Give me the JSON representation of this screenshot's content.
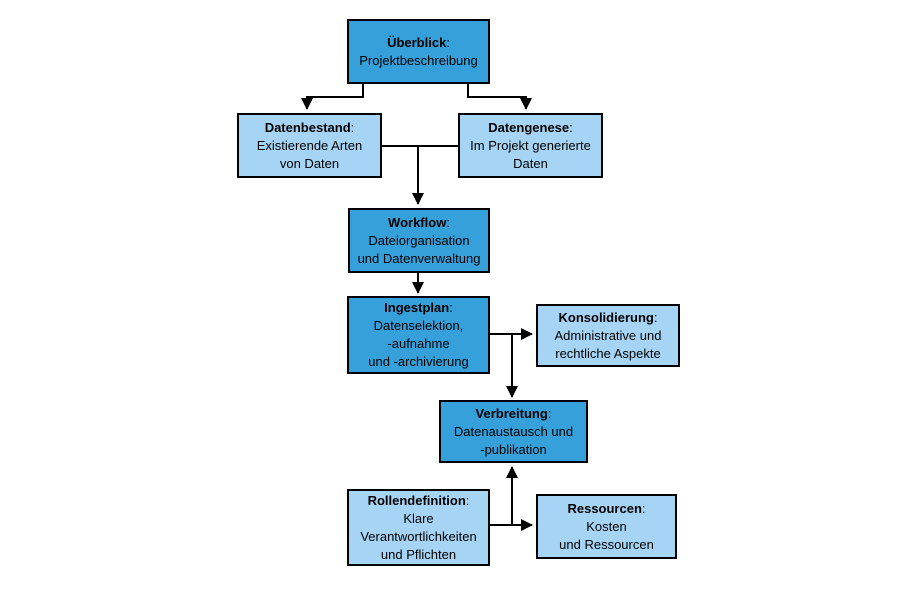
{
  "diagram": {
    "description": "Flowchart of a research data management plan (Datenmanagementplan) in German",
    "title_suffix": ":",
    "nodes": [
      {
        "id": "ueberblick",
        "title": "Überblick",
        "body": "Projektbeschreibung",
        "variant": "dark"
      },
      {
        "id": "datenbestand",
        "title": "Datenbestand",
        "body": "Existierende Arten\nvon Daten",
        "variant": "light"
      },
      {
        "id": "datengenese",
        "title": "Datengenese",
        "body": "Im Projekt generierte\nDaten",
        "variant": "light"
      },
      {
        "id": "workflow",
        "title": "Workflow",
        "body": "Dateiorganisation\nund Datenverwaltung",
        "variant": "dark"
      },
      {
        "id": "ingestplan",
        "title": "Ingestplan",
        "body": "Datenselektion,\n-aufnahme\nund -archivierung",
        "variant": "dark"
      },
      {
        "id": "konsolidierung",
        "title": "Konsolidierung",
        "body": "Administrative und\nrechtliche Aspekte",
        "variant": "light"
      },
      {
        "id": "verbreitung",
        "title": "Verbreitung",
        "body": "Datenaustausch und\n-publikation",
        "variant": "dark"
      },
      {
        "id": "rollendefinition",
        "title": "Rollendefinition",
        "body": "Klare\nVerantwortlichkeiten\nund Pflichten",
        "variant": "light"
      },
      {
        "id": "ressourcen",
        "title": "Ressourcen",
        "body": "Kosten\nund Ressourcen",
        "variant": "light"
      }
    ],
    "connectors": [
      {
        "from": "ueberblick",
        "to": "datenbestand",
        "arrow": true
      },
      {
        "from": "ueberblick",
        "to": "datengenese",
        "arrow": true
      },
      {
        "from": "datenbestand",
        "to": "datengenese",
        "arrow": false
      },
      {
        "from": "datenbestand-datengenese-junction",
        "to": "workflow",
        "arrow": true
      },
      {
        "from": "workflow",
        "to": "ingestplan",
        "arrow": true
      },
      {
        "from": "ingestplan",
        "to": "konsolidierung",
        "arrow": true
      },
      {
        "from": "ingestplan",
        "to": "verbreitung",
        "arrow": true
      },
      {
        "from": "rollendefinition",
        "to": "ressourcen",
        "arrow": true
      },
      {
        "from": "rollendefinition",
        "to": "verbreitung",
        "arrow": true
      }
    ]
  },
  "colors": {
    "node_dark": "#35a0da",
    "node_light": "#a6d4f4",
    "line": "#000000",
    "background": "#ffffff"
  }
}
